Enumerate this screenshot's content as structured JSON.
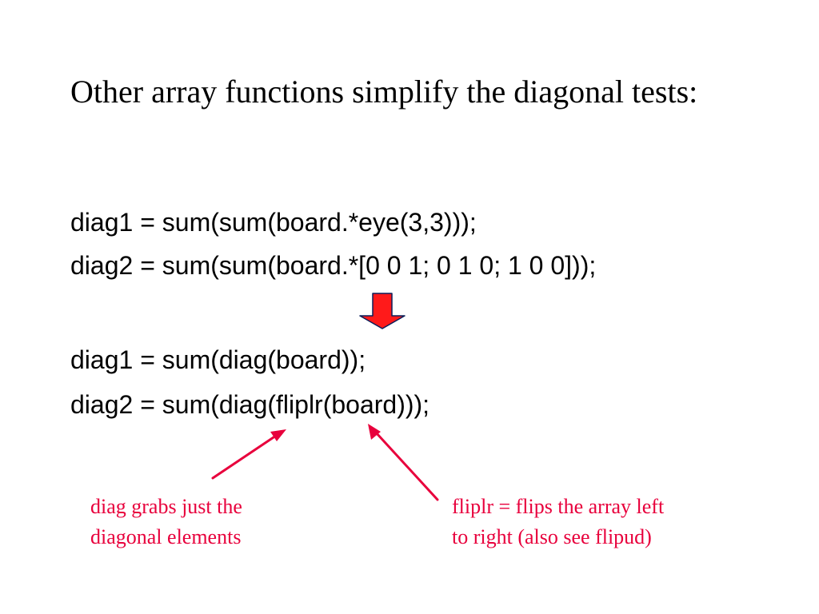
{
  "heading": "Other array functions simplify the diagonal tests:",
  "code_before": [
    "diag1 = sum(sum(board.*eye(3,3)));",
    "diag2 = sum(sum(board.*[0 0 1; 0 1 0; 1 0 0]));"
  ],
  "code_after": [
    "diag1 = sum(diag(board));",
    "diag2 = sum(diag(fliplr(board)));"
  ],
  "notes": {
    "diag": [
      "diag grabs just the",
      "diagonal elements"
    ],
    "fliplr": [
      "fliplr = flips the array left",
      "to right (also see flipud)"
    ]
  },
  "colors": {
    "text": "#000000",
    "annotation": "#e8003c",
    "arrow_fill": "#ff1a1a",
    "arrow_stroke": "#0a1e5a"
  },
  "icons": {
    "transition_arrow": "down-arrow-icon",
    "pointer_diag": "pointer-arrow-icon",
    "pointer_fliplr": "pointer-arrow-icon"
  }
}
